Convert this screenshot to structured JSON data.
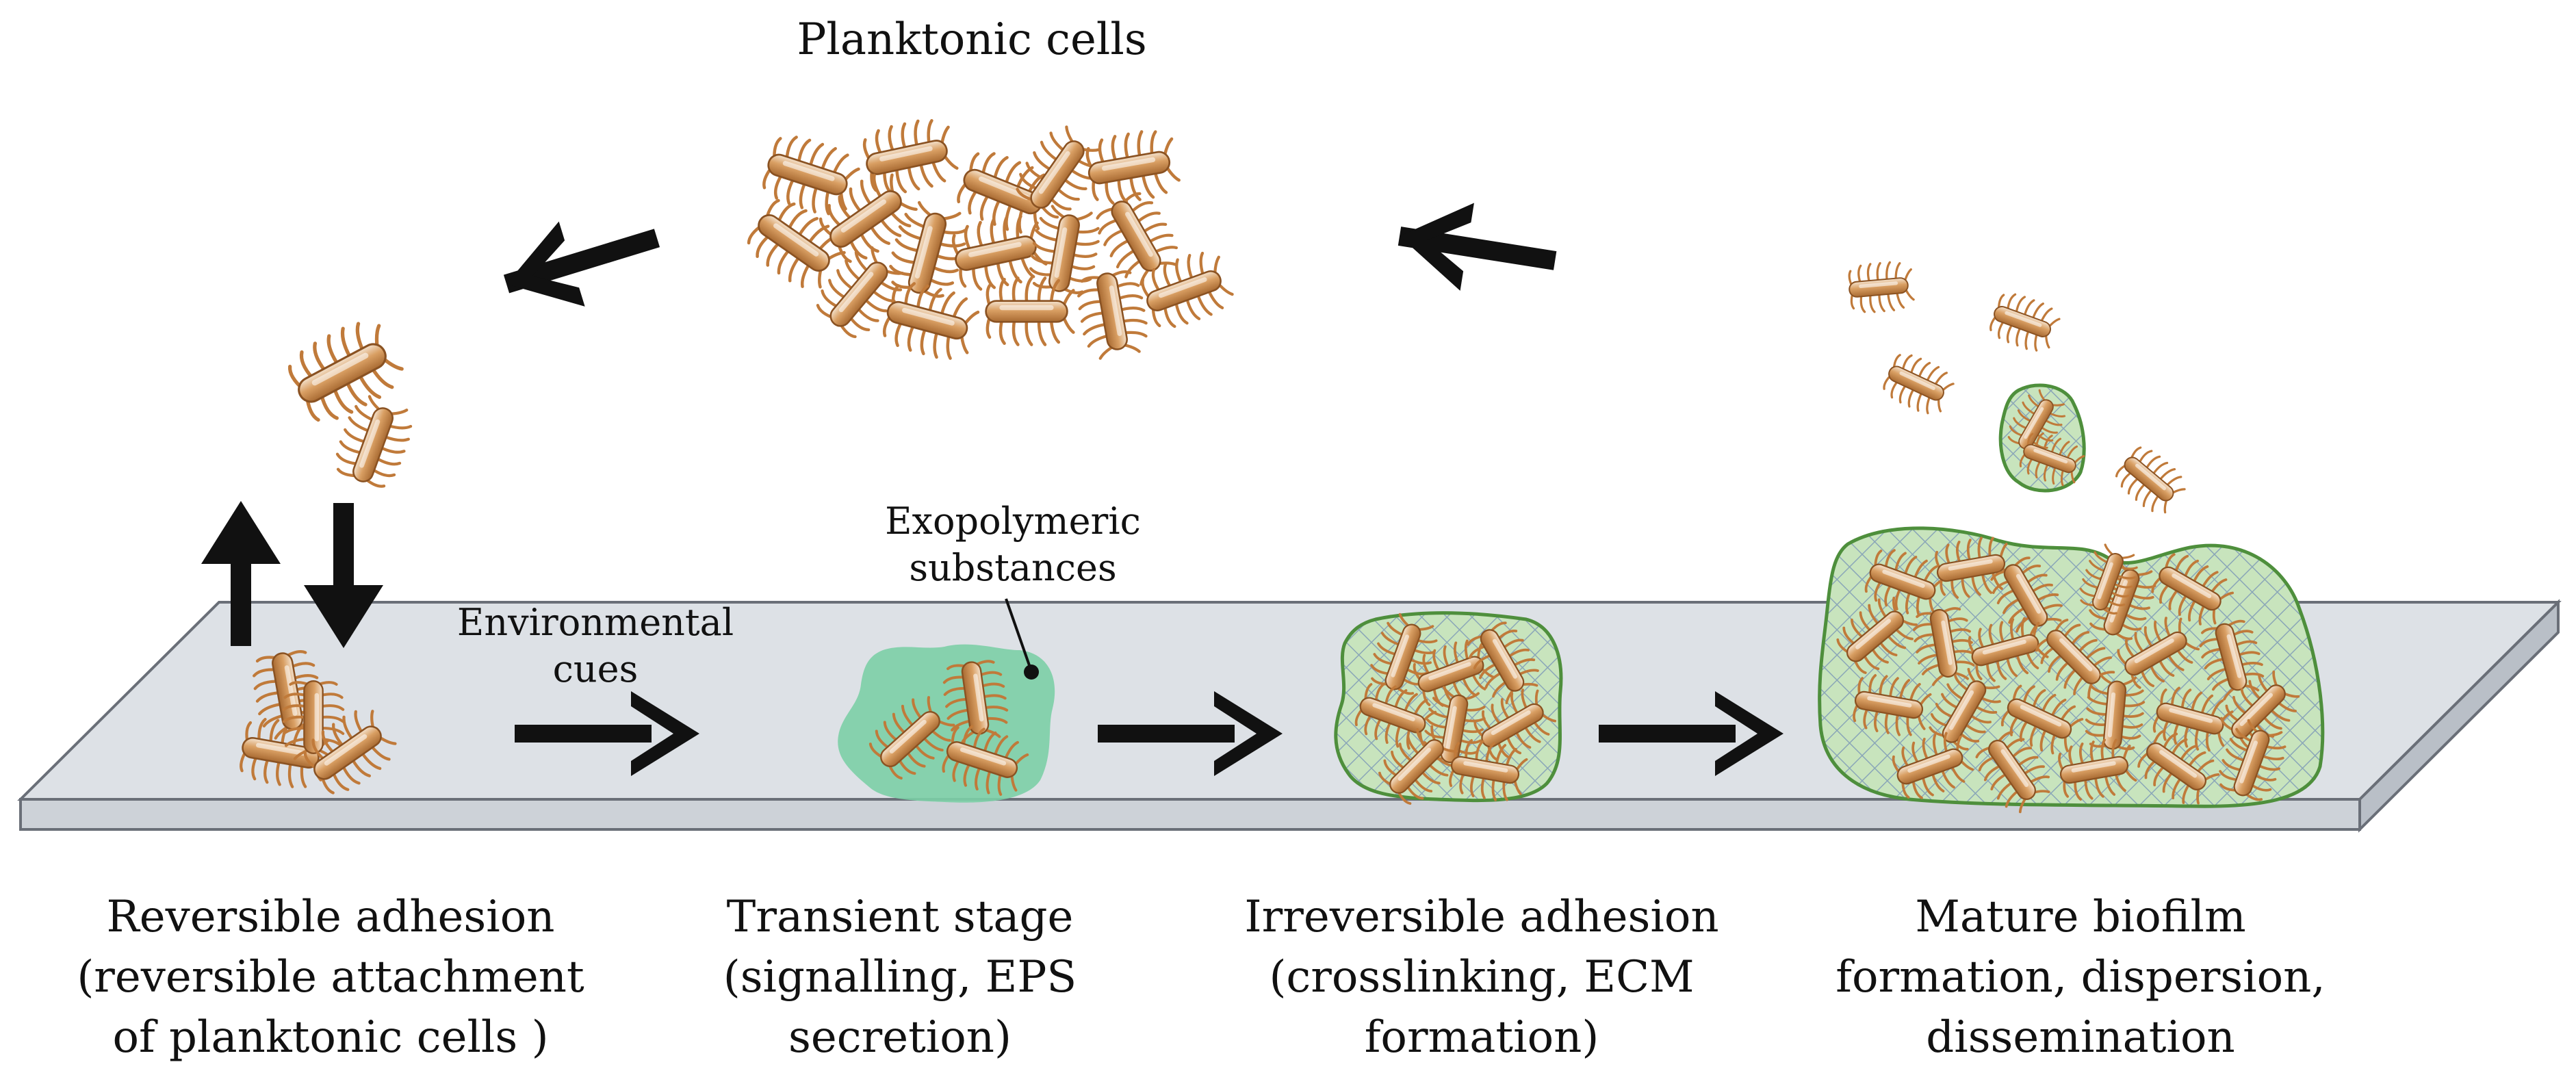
{
  "title": "Planktonic cells",
  "annotations": {
    "environmental_cues": [
      "Environmental",
      "cues"
    ],
    "exopolymeric_substances": [
      "Exopolymeric",
      "substances"
    ]
  },
  "stages": [
    {
      "lines": [
        "Reversible adhesion",
        "(reversible attachment",
        "of planktonic cells )"
      ]
    },
    {
      "lines": [
        "Transient stage",
        "(signalling, EPS",
        "secretion)"
      ]
    },
    {
      "lines": [
        "Irreversible adhesion",
        "(crosslinking, ECM",
        "formation)"
      ]
    },
    {
      "lines": [
        "Mature biofilm",
        "formation, dispersion,",
        "dissemination"
      ]
    }
  ],
  "colors": {
    "surface_top": "#dde1e6",
    "surface_edge": "#c3c8cf",
    "surface_stroke": "#6a6f78",
    "bacterium_body": "#c98a4f",
    "bacterium_flagella": "#c07a3a",
    "eps_fill": "#7ccfa6",
    "matrix_fill": "#bfe0b4",
    "matrix_stroke": "#4e8f3c",
    "arrow": "#111111"
  }
}
